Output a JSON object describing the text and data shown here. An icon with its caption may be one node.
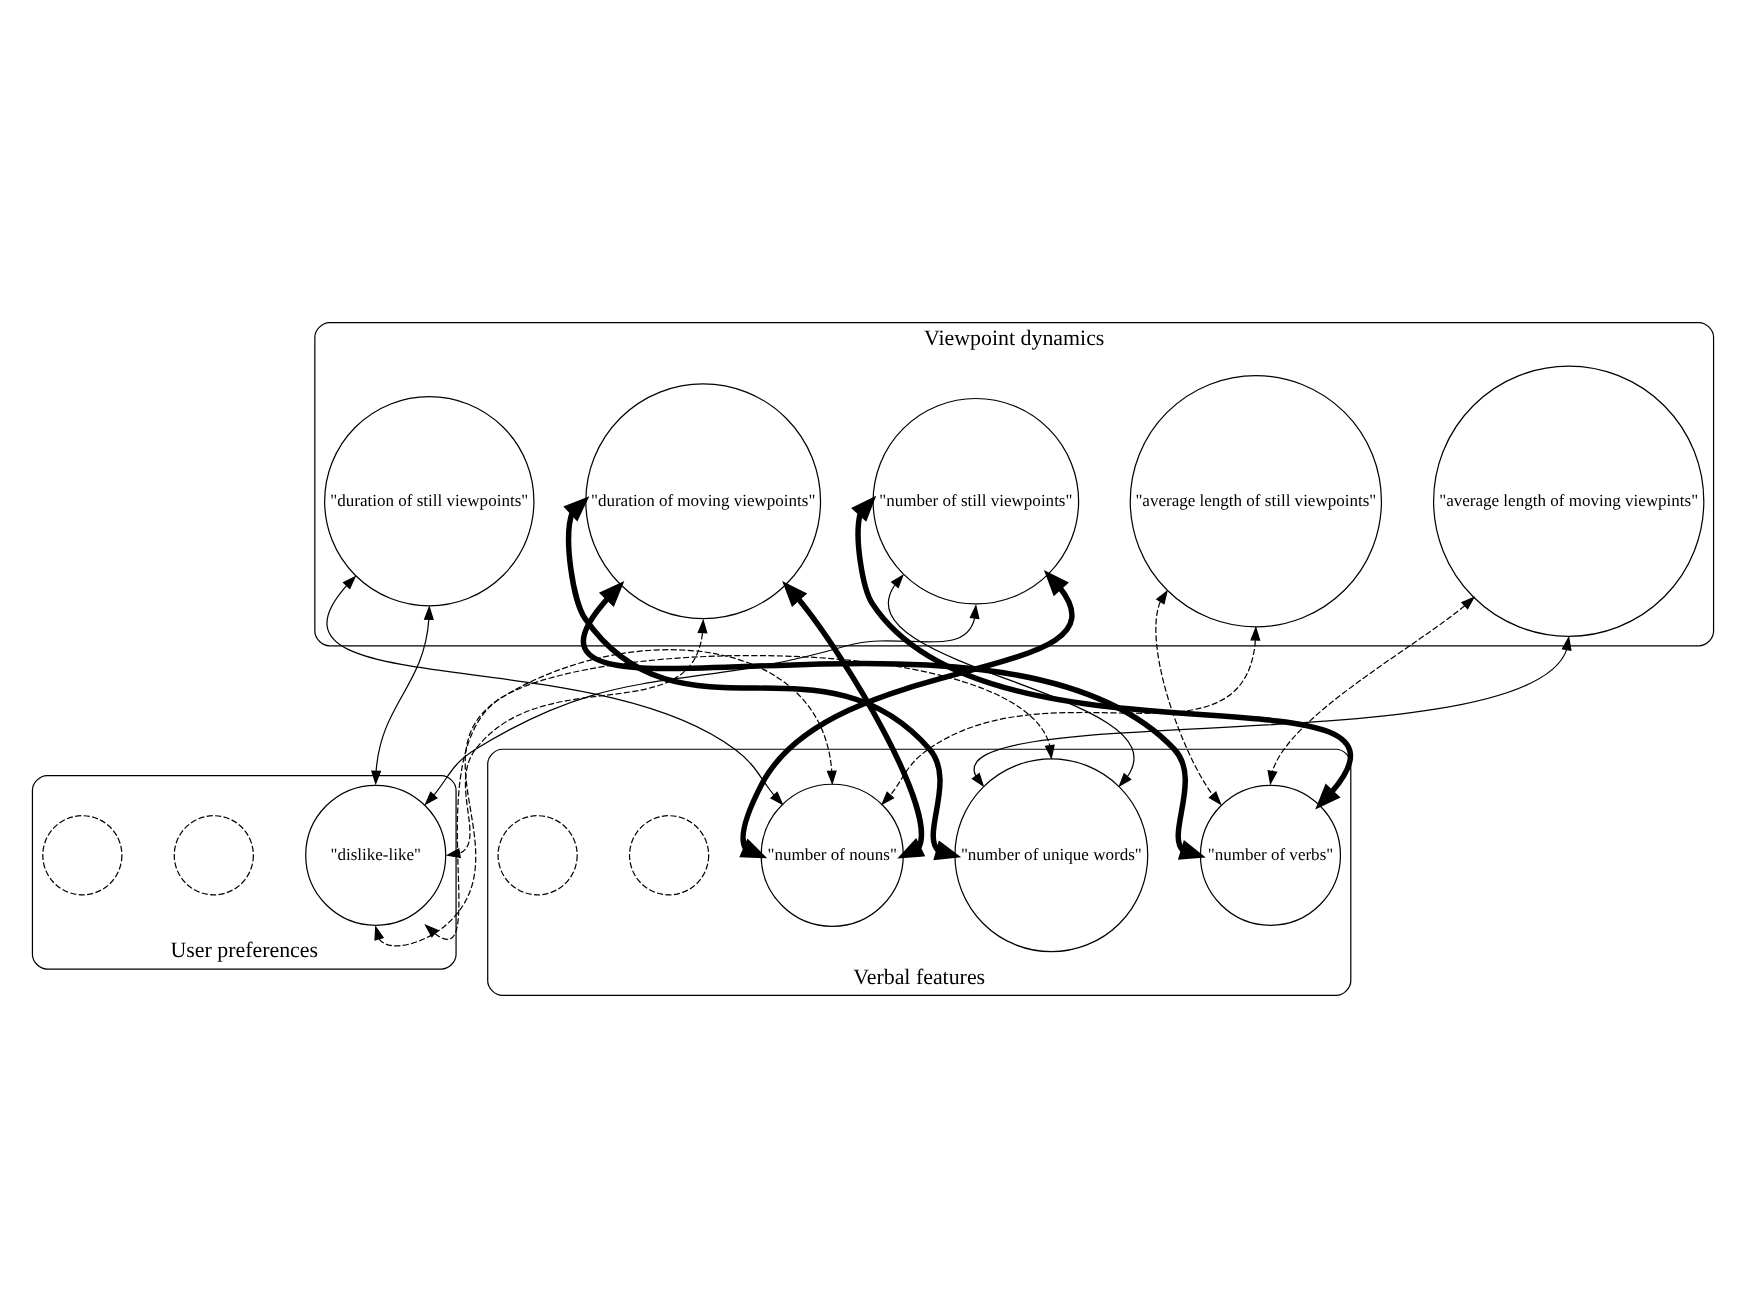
{
  "diagram": {
    "nodes": [
      {
        "text": [
          "Viewpoint dynamics"
        ]
      },
      {
        "text": [
          "\"duration of still viewpoints\""
        ],
        "in": 0
      },
      {
        "text": [
          "\"average length of moving viewpints\""
        ],
        "in": 0
      },
      {
        "text": [
          "\"average length of still viewpoints\""
        ],
        "in": 0
      },
      {
        "text": [
          "\"duration of moving viewpoints\""
        ],
        "in": 0
      },
      {
        "text": [
          "\"number of still viewpoints\""
        ],
        "in": 0
      },
      {
        "text": [
          "User preferences"
        ]
      },
      {
        "text": [
          "\"dislike-like\""
        ],
        "in": 6
      },
      {
        "text": [],
        "shape": "circle",
        "in": 6
      },
      {
        "text": [],
        "shape": "circle",
        "in": 6
      },
      {
        "text": [
          "Verbal features"
        ]
      },
      {
        "text": [
          "\"number of nouns\""
        ],
        "in": 10
      },
      {
        "text": [
          "\"number of unique words\""
        ],
        "in": 10
      },
      {
        "text": [
          "\"number of verbs\""
        ],
        "in": 10
      },
      {
        "text": [],
        "shape": "circle",
        "in": 10
      },
      {
        "text": [],
        "shape": "circle",
        "in": 10
      }
    ],
    "edges": [
      {
        "from": 7,
        "to": 1,
        "arrow": "both"
      },
      {
        "from": 7,
        "to": 5,
        "arrow": "both"
      },
      {
        "from": 7,
        "to": 4,
        "arrow": "both",
        "style": "dashed"
      },
      {
        "from": 7,
        "to": 11,
        "arrow": "both",
        "style": "dashed"
      },
      {
        "from": 7,
        "to": 12,
        "arrow": "both",
        "style": "dashed"
      },
      {
        "from": 1,
        "to": 11,
        "arrow": "both"
      },
      {
        "from": 2,
        "to": 12,
        "arrow": "both"
      },
      {
        "from": 2,
        "to": 13,
        "arrow": "both",
        "style": "dashed"
      },
      {
        "from": 3,
        "to": 11,
        "arrow": "both",
        "style": "dashed"
      },
      {
        "from": 3,
        "to": 13,
        "arrow": "both",
        "style": "dashed"
      },
      {
        "from": 5,
        "to": 12,
        "arrow": "both"
      },
      {
        "from": 5,
        "to": 11,
        "arrow": "both",
        "style": "thick"
      },
      {
        "from": 5,
        "to": 13,
        "arrow": "both",
        "style": "thick"
      },
      {
        "from": 4,
        "to": 13,
        "arrow": "both",
        "style": "thick"
      },
      {
        "from": 4,
        "to": 11,
        "arrow": "both",
        "style": "thick"
      },
      {
        "from": 4,
        "to": 12,
        "arrow": "both",
        "style": "thick"
      }
    ]
  }
}
